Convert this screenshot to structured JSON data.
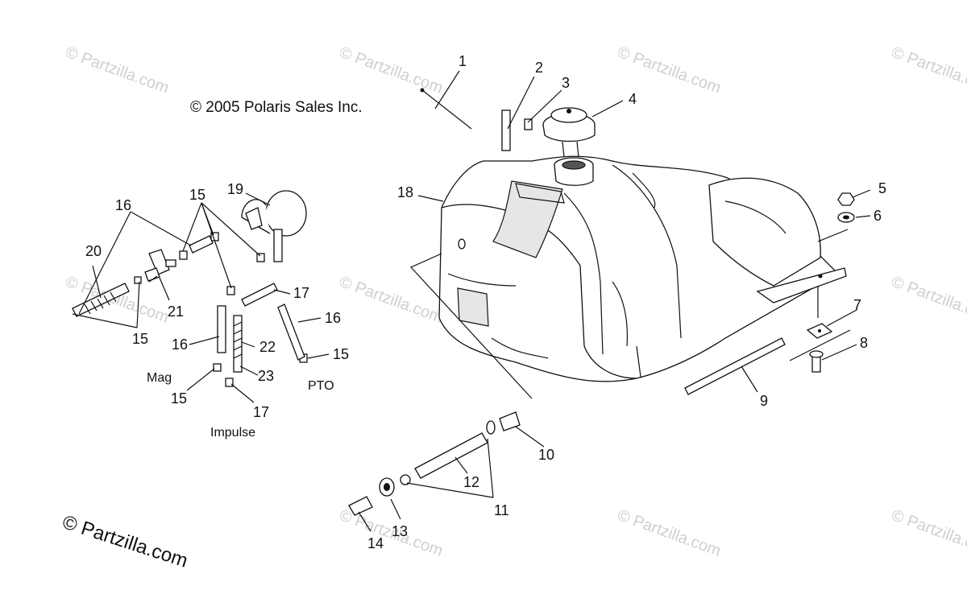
{
  "copyright": "© 2005 Polaris Sales Inc.",
  "watermark": "© Partzilla.com",
  "big_watermark": "© Partzilla.com",
  "labels": {
    "mag": "Mag",
    "pto": "PTO",
    "impulse": "Impulse"
  },
  "callouts": {
    "n1": "1",
    "n2": "2",
    "n3": "3",
    "n4": "4",
    "n5": "5",
    "n6": "6",
    "n7": "7",
    "n8": "8",
    "n9": "9",
    "n10": "10",
    "n11": "11",
    "n12": "12",
    "n13": "13",
    "n14": "14",
    "n15a": "15",
    "n15b": "15",
    "n15c": "15",
    "n15d": "15",
    "n16a": "16",
    "n16b": "16",
    "n16c": "16",
    "n17a": "17",
    "n17b": "17",
    "n18": "18",
    "n19": "19",
    "n20": "20",
    "n21": "21",
    "n22": "22",
    "n23": "23"
  }
}
